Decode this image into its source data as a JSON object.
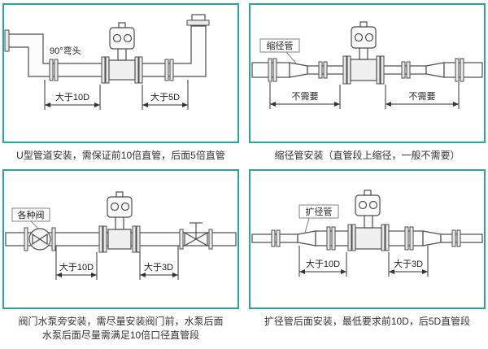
{
  "page": {
    "background": "#ffffff",
    "accent_color": "#2aa79b"
  },
  "panels": {
    "u_type": {
      "caption": "U型管道安装，需保证前10倍直管，后面5倍直管",
      "elbow_label": "90°弯头",
      "dim_left": "大于10D",
      "dim_right": "大于5D"
    },
    "reducer": {
      "caption": "缩径管安装（直管段上缩径，一般不需要）",
      "component_label": "缩径管",
      "dim_left": "不需要",
      "dim_right": "不需要"
    },
    "valve_pump": {
      "caption_line1": "阀门水泵旁安装，需尽量安装阀门前，水泵后面",
      "caption_line2": "水泵后面尽量需满足10倍口径直管段",
      "component_label": "各种阀",
      "dim_left": "大于10D",
      "dim_right": "大于3D"
    },
    "expander": {
      "caption": "扩径管后面安装，最低要求前10D，后5D直管段",
      "component_label": "扩径管",
      "dim_left": "大于10D",
      "dim_right": "大于3D"
    }
  }
}
